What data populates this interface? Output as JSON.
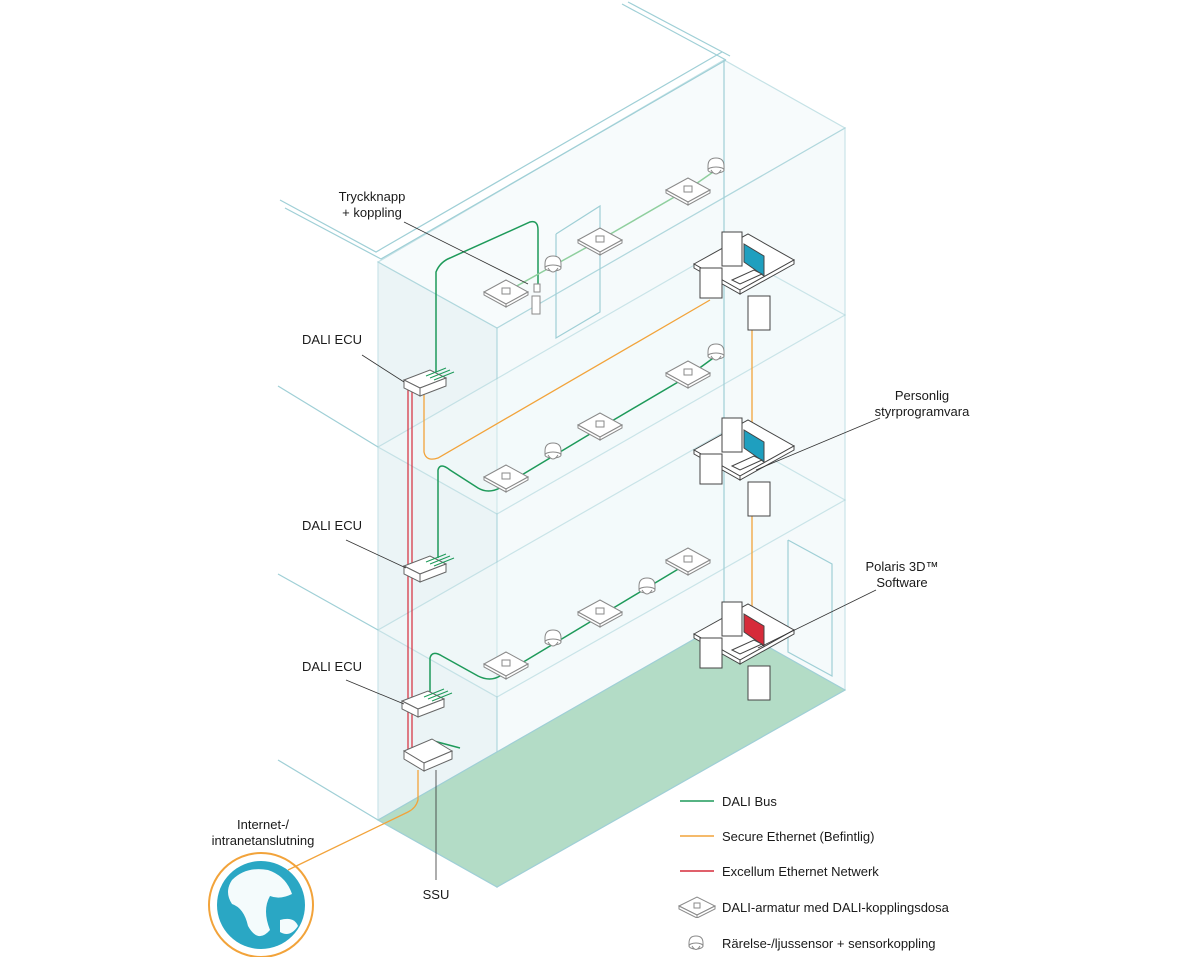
{
  "labels": {
    "push_button": [
      "Tryckknapp",
      "+ koppling"
    ],
    "ecu_top": "DALI ECU",
    "ecu_mid": "DALI ECU",
    "ecu_low": "DALI ECU",
    "personal_software": [
      "Personlig",
      "styrprogramvara"
    ],
    "polaris": [
      "Polaris 3D™",
      "Software"
    ],
    "internet": [
      "Internet-/",
      "intranetanslutning"
    ],
    "ssu": "SSU"
  },
  "legend": [
    {
      "key": "dali_bus",
      "label": "DALI Bus",
      "symbol": "line",
      "color": "#1e9a5a"
    },
    {
      "key": "secure_ethernet",
      "label": "Secure Ethernet (Befintlig)",
      "symbol": "line",
      "color": "#f2a33a"
    },
    {
      "key": "excellum_ethernet",
      "label": "Excellum Ethernet Netwerk",
      "symbol": "line",
      "color": "#d62b3a"
    },
    {
      "key": "luminaire",
      "label": "DALI-armatur med DALI-kopplingsdosa",
      "symbol": "luminaire-icon"
    },
    {
      "key": "sensor",
      "label": "Rärelse-/ljussensor + sensorkoppling",
      "symbol": "sensor-icon"
    }
  ],
  "colors": {
    "building_edge": "#9fcfd6",
    "building_fill": "#eef7f8",
    "floor_green": "#b3dcc6",
    "dali_bus": "#1e9a5a",
    "dali_bus_light": "#8fcf9e",
    "secure_ethernet": "#f2a33a",
    "excellum": "#d62b3a",
    "screen_blue": "#1f9fbf",
    "screen_red": "#d62b3a",
    "globe": "#2aa7c4"
  }
}
